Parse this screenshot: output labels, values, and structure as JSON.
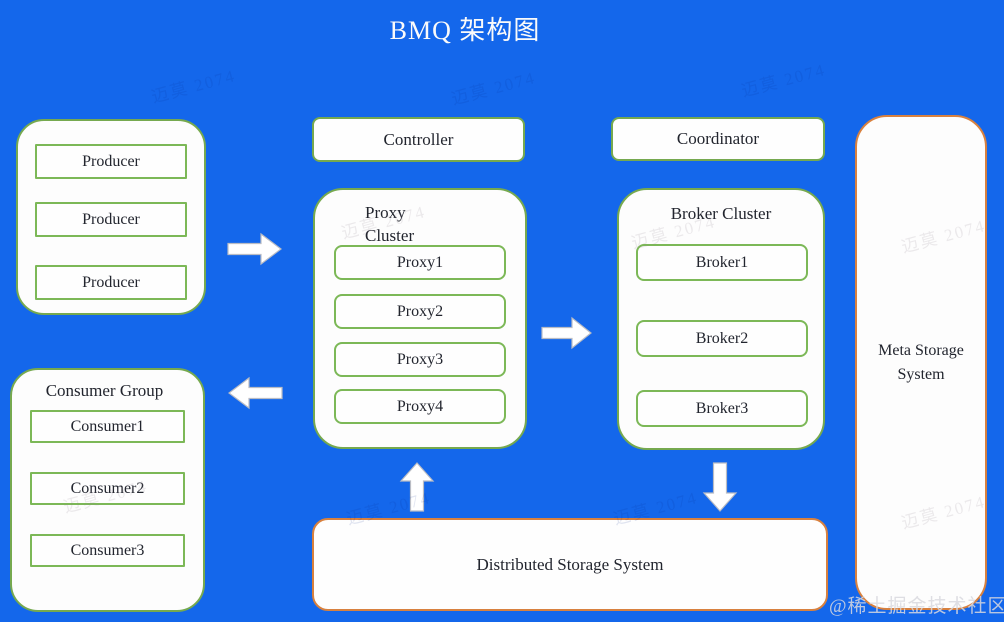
{
  "title": "BMQ 架构图",
  "colors": {
    "background": "#1467EB",
    "group_border_green": "#76A94F",
    "node_border_green": "#7CB857",
    "border_orange": "#D8813F",
    "box_fill": "#FDFDFD",
    "text": "#22252E",
    "title_text": "#FAFAFA",
    "arrow_fill": "#FFFFFF"
  },
  "nodes": {
    "producer_group": {
      "items": [
        "Producer",
        "Producer",
        "Producer"
      ]
    },
    "consumer_group": {
      "title": "Consumer Group",
      "items": [
        "Consumer1",
        "Consumer2",
        "Consumer3"
      ]
    },
    "controller": {
      "label": "Controller"
    },
    "proxy_cluster": {
      "title": "Proxy Cluster",
      "items": [
        "Proxy1",
        "Proxy2",
        "Proxy3",
        "Proxy4"
      ]
    },
    "coordinator": {
      "label": "Coordinator"
    },
    "broker_cluster": {
      "title": "Broker Cluster",
      "items": [
        "Broker1",
        "Broker2",
        "Broker3"
      ]
    },
    "meta_storage": {
      "label": "Meta Storage System"
    },
    "distributed_storage": {
      "label": "Distributed Storage System"
    }
  },
  "arrows": {
    "producer_to_proxy": "right",
    "proxy_to_consumer_group": "left",
    "proxy_to_broker": "right",
    "distributed_storage_to_proxy": "up",
    "broker_to_distributed_storage": "down"
  },
  "watermark": {
    "diagonal_text": "迈莫 2074",
    "corner_text": "@稀土掘金技术社区"
  }
}
